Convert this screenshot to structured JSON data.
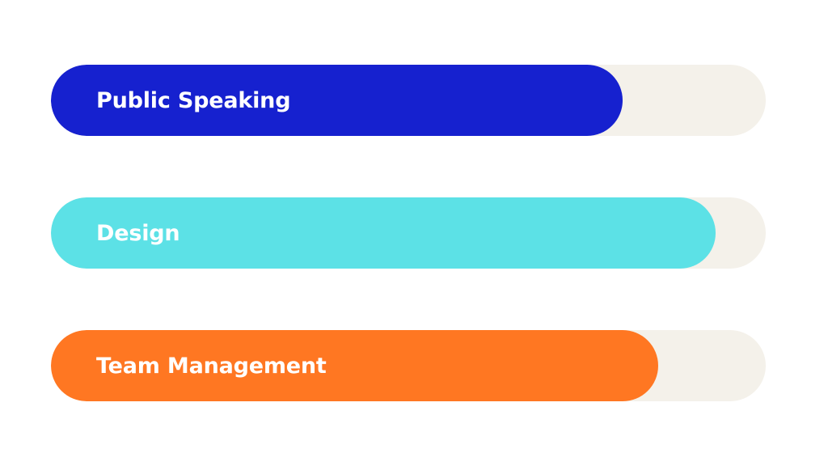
{
  "chart_data": {
    "type": "bar",
    "orientation": "horizontal",
    "categories": [
      "Public Speaking",
      "Design",
      "Team Management"
    ],
    "values": [
      80,
      93,
      85
    ],
    "value_unit": "percent",
    "colors": [
      "#1621CF",
      "#5CE1E6",
      "#FF7722"
    ],
    "track_color": "#F4F1EA",
    "title": "",
    "xlabel": "",
    "ylabel": "",
    "xlim": [
      0,
      100
    ],
    "grid": false,
    "legend": "none"
  }
}
